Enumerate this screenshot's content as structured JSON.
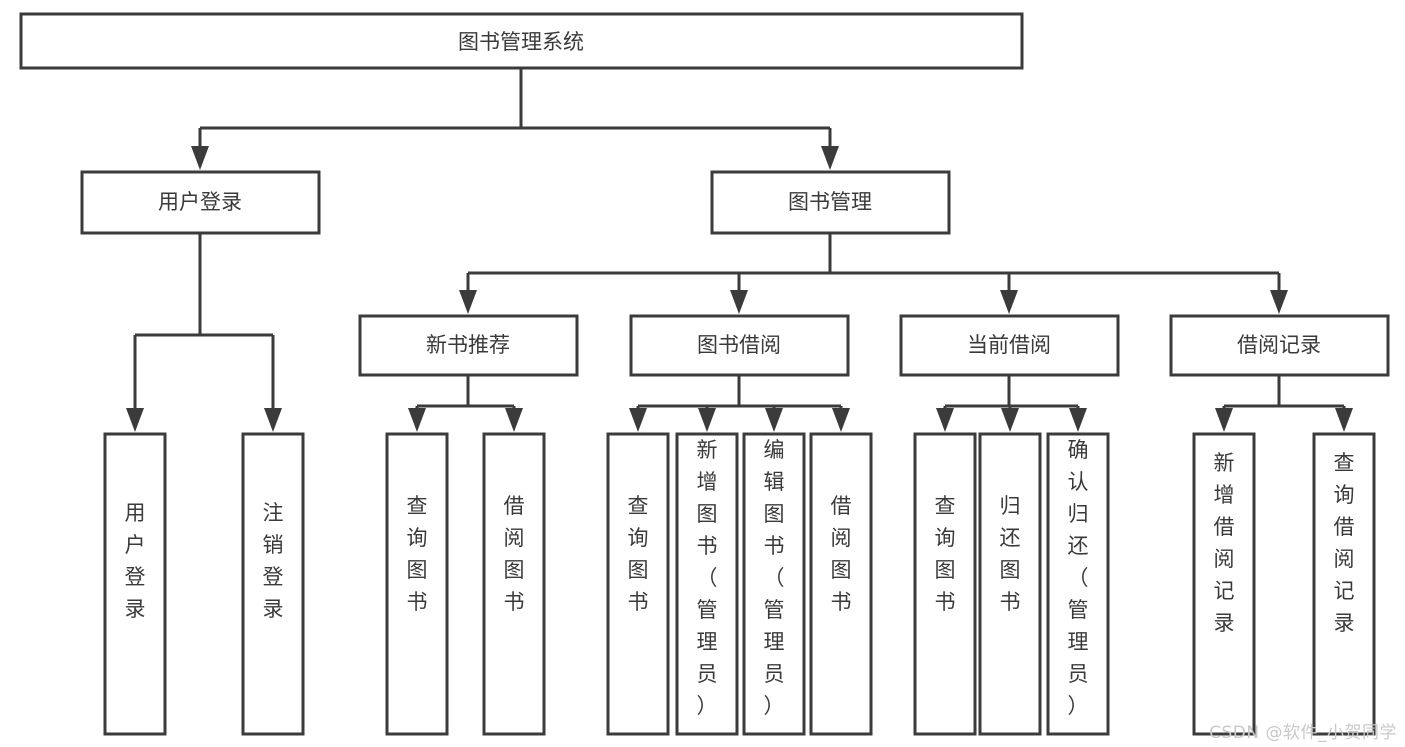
{
  "diagram": {
    "type": "tree-hierarchy",
    "title": "图书管理系统",
    "watermark": "CSDN @软件_小贺同学",
    "colors": {
      "box_stroke": "#3b3b3b",
      "box_fill": "#ffffff",
      "text": "#3a3a3a",
      "connector": "#3b3b3b",
      "background": "#ffffff",
      "watermark": "#c9c9c9"
    },
    "levels": {
      "root": {
        "label": "图书管理系统"
      },
      "level2": [
        {
          "label": "用户登录"
        },
        {
          "label": "图书管理"
        }
      ],
      "level3": [
        {
          "label": "新书推荐"
        },
        {
          "label": "图书借阅"
        },
        {
          "label": "当前借阅"
        },
        {
          "label": "借阅记录"
        }
      ],
      "leaves": {
        "user_login": [
          {
            "label": "用户登录"
          },
          {
            "label": "注销登录"
          }
        ],
        "new_book_recommend": [
          {
            "label": "查询图书"
          },
          {
            "label": "借阅图书"
          }
        ],
        "book_borrow": [
          {
            "label": "查询图书"
          },
          {
            "label": "新增图书（管理员）"
          },
          {
            "label": "编辑图书（管理员）"
          },
          {
            "label": "借阅图书"
          }
        ],
        "current_borrow": [
          {
            "label": "查询图书"
          },
          {
            "label": "归还图书"
          },
          {
            "label": "确认归还（管理员）"
          }
        ],
        "borrow_record": [
          {
            "label": "新增借阅记录"
          },
          {
            "label": "查询借阅记录"
          }
        ]
      }
    }
  }
}
